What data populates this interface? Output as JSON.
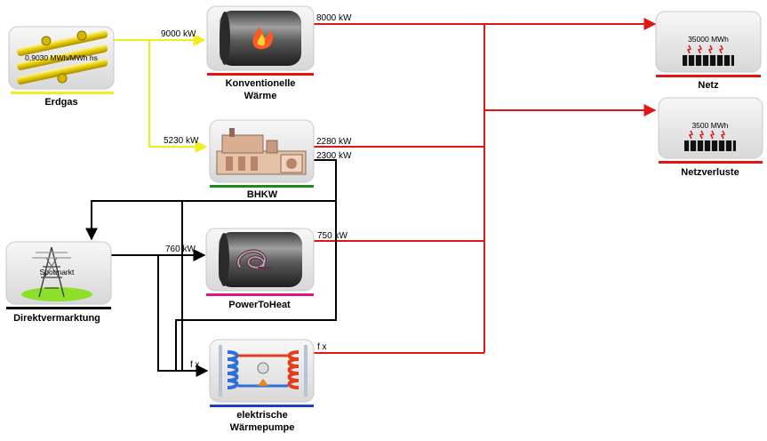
{
  "colors": {
    "gas": "#f2ee1e",
    "heat": "#e01515",
    "power": "#000000",
    "konv_bar": "#e01515",
    "bhkw_bar": "#1a8c1a",
    "p2h_bar": "#e0158a",
    "wp_bar": "#1f3fbf",
    "gas_bar": "#f2ee1e",
    "market_bar": "#000000"
  },
  "nodes": {
    "erdgas": {
      "label": "Erdgas",
      "value": "0,9030 MWh/MWh hs",
      "icon": "gas-pipes-icon"
    },
    "konventionelle": {
      "label_line1": "Konventionelle",
      "label_line2": "Wärme",
      "icon": "boiler-flame-icon"
    },
    "bhkw": {
      "label": "BHKW",
      "icon": "chp-engine-icon"
    },
    "direktvermarktung": {
      "label": "Direktvermarktung",
      "value": "Spotmarkt",
      "icon": "power-pylon-icon"
    },
    "powertoheat": {
      "label": "PowerToHeat",
      "icon": "heating-coil-icon"
    },
    "waermepumpe": {
      "label_line1": "elektrische",
      "label_line2": "Wärmepumpe",
      "icon": "heat-pump-icon"
    },
    "netz": {
      "label": "Netz",
      "value": "35000 MWh",
      "icon": "heat-grid-icon"
    },
    "netzverluste": {
      "label": "Netzverluste",
      "value": "3500 MWh",
      "icon": "heat-grid-icon"
    }
  },
  "flows": {
    "gas_to_konv": "9000 kW",
    "konv_out": "8000 kW",
    "gas_to_bhkw": "5230 kW",
    "bhkw_heat": "2280 kW",
    "bhkw_power": "2300 kW",
    "market_to_p2h": "760 kW",
    "p2h_out": "750 kW",
    "wp_in": "f x",
    "wp_out": "f x"
  }
}
